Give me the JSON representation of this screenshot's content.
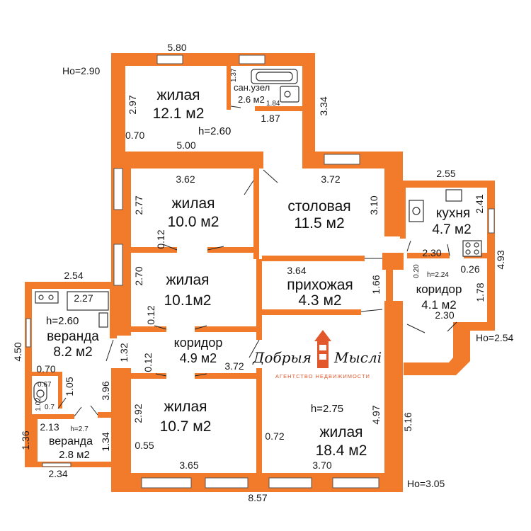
{
  "dimensions": {
    "top_width": "5.80",
    "left_ho": "Ho=2.90",
    "bath_small": "1.37",
    "bath_right": "3.34",
    "bath_bottom_small": "1.84",
    "bath_bottom": "1.87",
    "room1_left": "2.97",
    "room1_door": "0.70",
    "room1_bottom": "5.00",
    "room2_top": "3.62",
    "dining_top": "3.72",
    "dining_right": "3.10",
    "kitchen_top": "2.55",
    "kitchen_right_small": "2.41",
    "kitchen_right": "4.93",
    "room2_left": "2.77",
    "room2_door": "0.12",
    "kitchen_bottom": "2.30",
    "corridor_r_small": "0.20",
    "corridor_r_h": "h=2.24",
    "corridor_r_door": "0.26",
    "corridor_r_right": "1.78",
    "corridor_r_bottom": "2.30",
    "right_ho": "Ho=2.54",
    "veranda_top": "2.54",
    "veranda_inner": "2.27",
    "veranda_left": "4.50",
    "room3_left": "2.70",
    "room3_door": "0.12",
    "hall_top": "3.64",
    "hall_right": "1.66",
    "corridor_door": "0.12",
    "corridor_bottom": "3.72",
    "corridor_left": "1.32",
    "wc_width": "0.70",
    "wc_small": "0.67",
    "wc_height": "1.05",
    "wc_left": "1.02",
    "wc_bottom": "0.7",
    "veranda_right": "3.96",
    "veranda2_top": "2.13",
    "veranda2_h": "h=2.7",
    "veranda2_left": "1.36",
    "veranda2_right": "1.34",
    "veranda2_bottom": "2.34",
    "room4_left": "2.92",
    "room4_door": "0.55",
    "room4_bottom": "3.65",
    "room5_door": "0.72",
    "room5_bottom": "3.70",
    "room5_right_small": "4.97",
    "room5_right": "5.16",
    "bottom_total": "8.57",
    "bottom_ho": "Ho=3.05"
  },
  "rooms": {
    "living1": {
      "name": "жилая",
      "area": "12.1 м2",
      "height": "h=2.60"
    },
    "bath": {
      "name": "сан.узел",
      "area": "2.6 м2"
    },
    "living2": {
      "name": "жилая",
      "area": "10.0 м2"
    },
    "dining": {
      "name": "столовая",
      "area": "11.5 м2"
    },
    "kitchen": {
      "name": "кухня",
      "area": "4.7 м2"
    },
    "living3": {
      "name": "жилая",
      "area": "10.1м2"
    },
    "hall": {
      "name": "прихожая",
      "area": "4.3 м2"
    },
    "corridor_right": {
      "name": "коридор",
      "area": "4.1 м2"
    },
    "veranda": {
      "name": "веранда",
      "area": "8.2 м2",
      "height": "h=2.60"
    },
    "corridor": {
      "name": "коридор",
      "area": "4.9 м2"
    },
    "veranda2": {
      "name": "веранда",
      "area": "2.8 м2"
    },
    "living4": {
      "name": "жилая",
      "area": "10.7 м2"
    },
    "living5": {
      "name": "жилая",
      "area": "18.4 м2",
      "height": "h=2.75"
    }
  },
  "logo": {
    "name_left": "Добрыя",
    "name_right": "Мыслі",
    "subtitle": "АГЕНТСТВО НЕДВИЖИМОСТИ"
  },
  "colors": {
    "wall": "#f27a2b",
    "accent": "#e2572b"
  }
}
